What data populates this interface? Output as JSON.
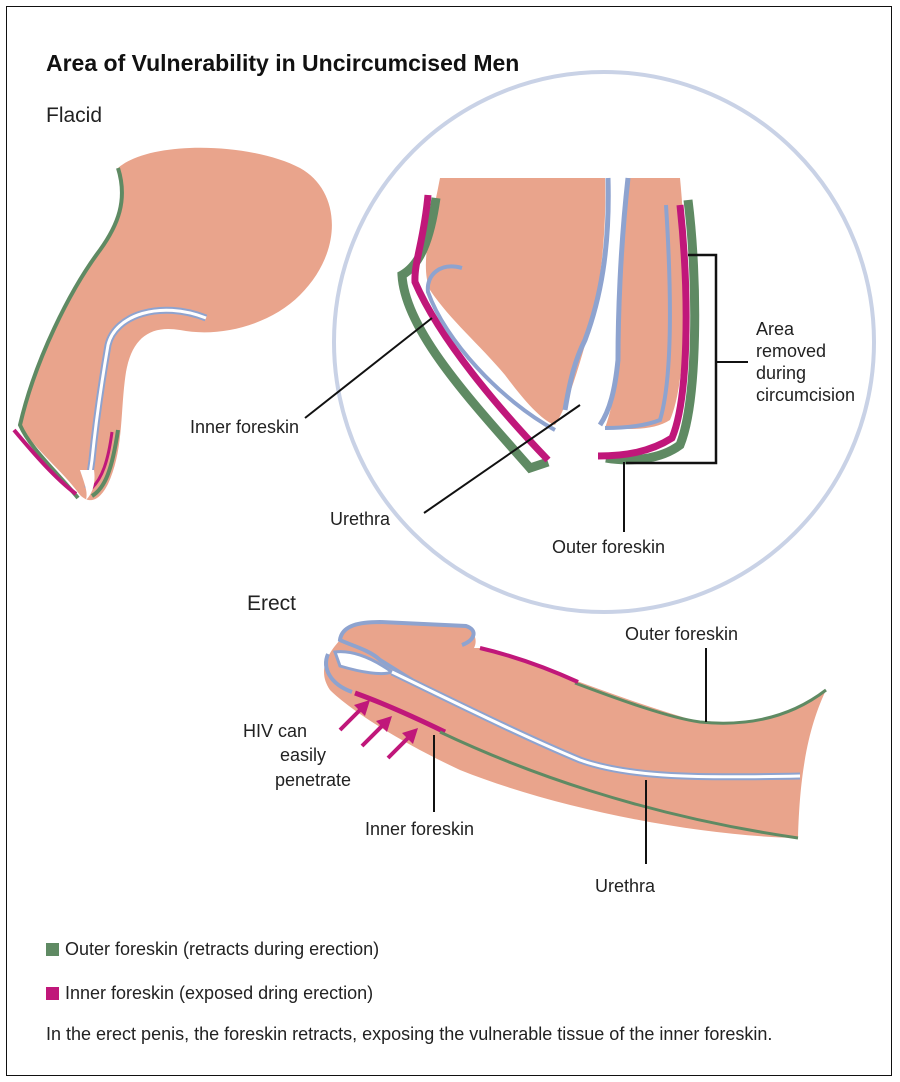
{
  "title": "Area of Vulnerability in Uncircumcised Men",
  "sections": {
    "flacid": "Flacid",
    "erect": "Erect"
  },
  "labels": {
    "inner_foreskin_flacid": "Inner foreskin",
    "urethra_flacid": "Urethra",
    "outer_foreskin_flacid": "Outer foreskin",
    "area_removed": [
      "Area",
      "removed",
      "during",
      "circumcision"
    ],
    "outer_foreskin_erect": "Outer foreskin",
    "hiv": [
      "HIV can",
      "easily",
      "penetrate"
    ],
    "inner_foreskin_erect": "Inner foreskin",
    "urethra_erect": "Urethra"
  },
  "legend": [
    {
      "label": "Outer foreskin (retracts during erection)",
      "color": "#5f8a63"
    },
    {
      "label": "Inner foreskin (exposed dring erection)",
      "color": "#c0177a"
    }
  ],
  "caption": "In the erect penis, the foreskin retracts, exposing the vulnerable tissue of the inner foreskin.",
  "colors": {
    "tissue": "#e9a48c",
    "outer": "#5f8a63",
    "inner": "#c0177a",
    "urethra": "#8ea3cf",
    "circle": "#c9d2e6"
  }
}
